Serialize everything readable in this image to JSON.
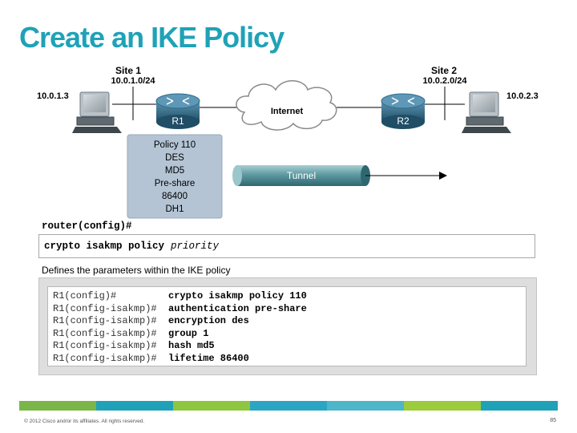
{
  "slide": {
    "title": "Create an IKE Policy",
    "copyright": "© 2012 Cisco and/or its affiliates. All rights reserved.",
    "page_number": "85"
  },
  "diagram": {
    "site1": {
      "label": "Site 1",
      "network": "10.0.1.0/24",
      "host_ip": "10.0.1.3",
      "router": "R1"
    },
    "site2": {
      "label": "Site 2",
      "network": "10.0.2.0/24",
      "host_ip": "10.0.2.3",
      "router": "R2"
    },
    "internet_label": "Internet",
    "tunnel_label": "Tunnel",
    "policy_lines": [
      "Policy 110",
      "DES",
      "MD5",
      "Pre-share",
      "86400",
      "DH1"
    ]
  },
  "syntax": {
    "prompt": "router(config)#",
    "command": "crypto isakmp policy",
    "argument": "priority"
  },
  "description": "Defines the parameters within the IKE policy",
  "config_lines": [
    {
      "prompt": "R1(config)#",
      "command": "crypto isakmp policy 110"
    },
    {
      "prompt": "R1(config-isakmp)#",
      "command": "authentication pre-share"
    },
    {
      "prompt": "R1(config-isakmp)#",
      "command": "encryption des"
    },
    {
      "prompt": "R1(config-isakmp)#",
      "command": "group 1"
    },
    {
      "prompt": "R1(config-isakmp)#",
      "command": "hash md5"
    },
    {
      "prompt": "R1(config-isakmp)#",
      "command": "lifetime 86400"
    }
  ],
  "colors": {
    "title": "#1fa2b7",
    "router": "#2e6c8a",
    "policy_box": "#b4c4d4",
    "tunnel": "#3f7c84"
  },
  "footer_segments": [
    "#7ab648",
    "#1fa2b7",
    "#8fc63f",
    "#2aa6c4",
    "#4db6c9",
    "#9ccb3b",
    "#1fa2b7"
  ]
}
